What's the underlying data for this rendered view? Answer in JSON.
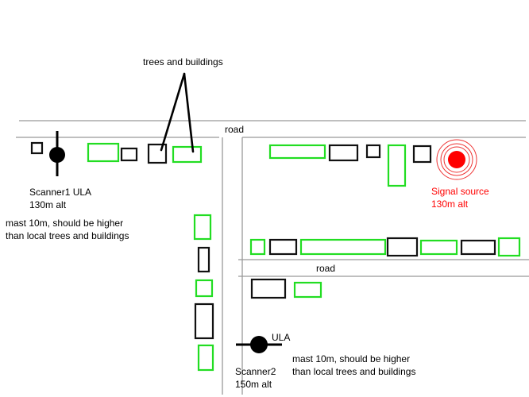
{
  "labels": {
    "trees_and_buildings": "trees and buildings",
    "road_top": "road",
    "road_right": "road",
    "scanner1": "Scanner1 ULA",
    "scanner1_alt": "130m alt",
    "mast1_line1": "mast 10m, should be higher",
    "mast1_line2": "than local trees and buildings",
    "signal_source": "Signal source",
    "signal_source_alt": "130m alt",
    "ula2": "ULA",
    "scanner2": "Scanner2",
    "scanner2_alt": "150m alt",
    "mast2_line1": "mast 10m, should be higher",
    "mast2_line2": "than local trees and buildings"
  },
  "colors": {
    "tree": "#22dd22",
    "building": "#111111",
    "road": "#999999",
    "signal": "#ff0000",
    "signal_ring": "#ee3333",
    "annotation": "#000000"
  }
}
